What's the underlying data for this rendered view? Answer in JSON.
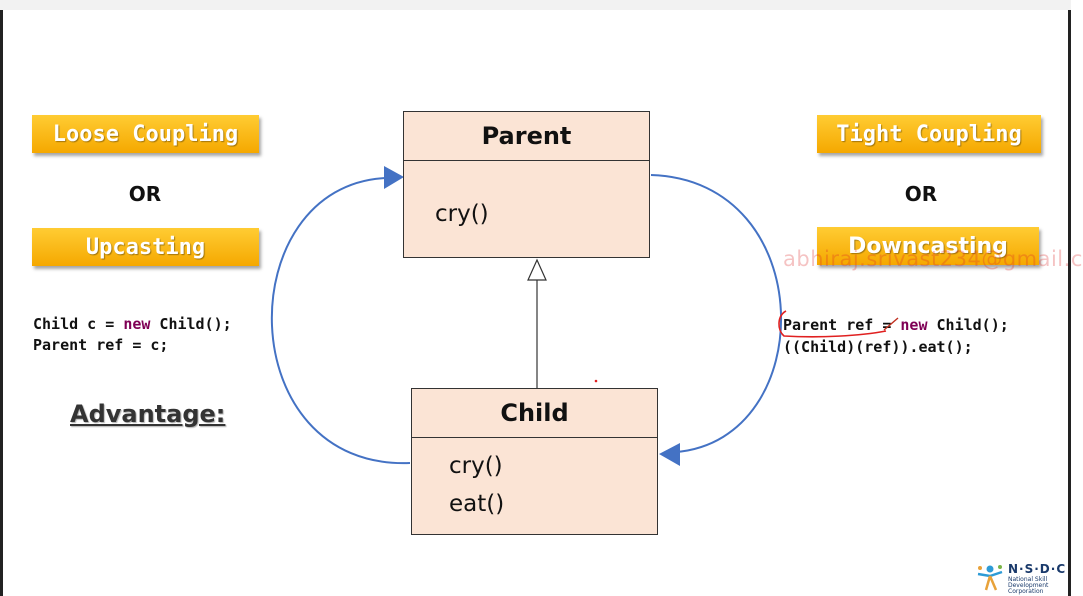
{
  "left": {
    "tag1": "Loose Coupling",
    "or": "OR",
    "tag2": "Upcasting",
    "code_line1": [
      "Child c = ",
      "new",
      " Child();"
    ],
    "code_line2": "Parent ref = c;",
    "advantage": "Advantage:"
  },
  "right": {
    "tag1": "Tight Coupling",
    "or": "OR",
    "tag2": "Downcasting",
    "code_line1": [
      "Parent ref = ",
      "new",
      " Child();"
    ],
    "code_line2": "((Child)(ref)).eat();",
    "watermark": "abhiraj.srivast234@gmail.c"
  },
  "parent_class": {
    "name": "Parent",
    "methods": [
      "cry()"
    ]
  },
  "child_class": {
    "name": "Child",
    "methods": [
      "cry()",
      "eat()"
    ]
  },
  "logo": {
    "letters": "N·S·D·C",
    "subtitle": "National Skill Development Corporation"
  },
  "colors": {
    "tag_fill": "#f5b800",
    "box_fill": "#fbe4d5",
    "arrow": "#4472c4",
    "keyword": "#7f0055",
    "annotation": "#e02020"
  }
}
